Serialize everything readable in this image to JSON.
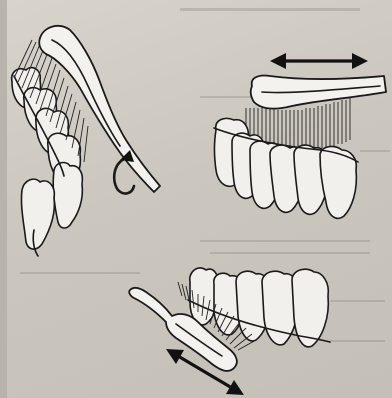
{
  "figure": {
    "panels": [
      {
        "id": "vertical-tilt",
        "motion": "rotate-downward"
      },
      {
        "id": "outer-surface",
        "motion": "horizontal-back-and-forth"
      },
      {
        "id": "inner-surface",
        "motion": "diagonal-back-and-forth"
      }
    ],
    "colors": {
      "ink": "#1a1a1a",
      "paper": "#d4d0c8",
      "tooth": "#f2f0ec"
    }
  }
}
